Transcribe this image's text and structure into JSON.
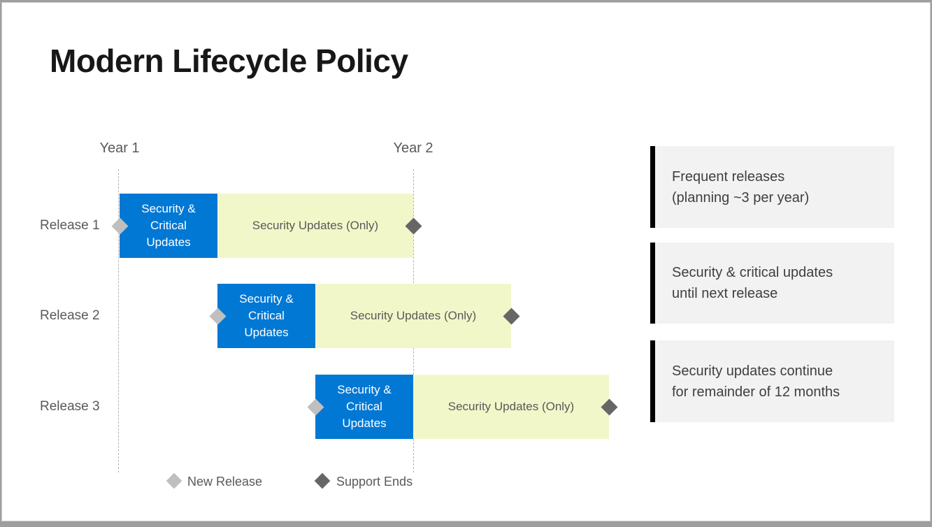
{
  "title": "Modern Lifecycle Policy",
  "timeline": {
    "year_labels": [
      "Year 1",
      "Year 2"
    ],
    "releases": [
      {
        "label": "Release 1",
        "critical_phase": "Security &\nCritical\nUpdates",
        "security_phase": "Security Updates (Only)"
      },
      {
        "label": "Release 2",
        "critical_phase": "Security &\nCritical\nUpdates",
        "security_phase": "Security Updates (Only)"
      },
      {
        "label": "Release 3",
        "critical_phase": "Security &\nCritical\nUpdates",
        "security_phase": "Security Updates (Only)"
      }
    ]
  },
  "legend": {
    "new_release": "New Release",
    "support_ends": "Support Ends"
  },
  "notes": [
    {
      "text": "Frequent releases\n(planning ~3 per year)"
    },
    {
      "text": "Security & critical updates\nuntil next release"
    },
    {
      "text": "Security updates continue\nfor remainder of 12 months"
    }
  ],
  "colors": {
    "critical_bar_blue": "#0078d4",
    "security_bar_yellow": "#f2f7ca",
    "new_release_diamond": "#bfbfbf",
    "support_ends_diamond": "#666666",
    "note_background": "#f2f2f2",
    "note_accent_border": "#000000",
    "muted_text": "#595959"
  }
}
